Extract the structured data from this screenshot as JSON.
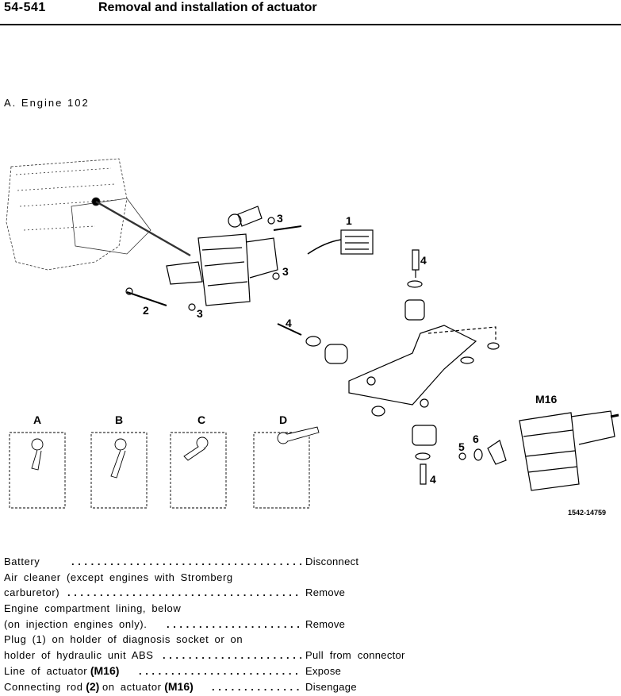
{
  "header": {
    "section_number": "54-541",
    "title": "Removal and installation of actuator"
  },
  "subheading": "A. Engine 102",
  "figure": {
    "callouts": [
      "1",
      "2",
      "3",
      "3",
      "3",
      "4",
      "4",
      "4",
      "5",
      "6"
    ],
    "actuator_label": "M16",
    "positions": [
      "A",
      "B",
      "C",
      "D"
    ],
    "figure_code": "1542-14759"
  },
  "steps": [
    {
      "lines": [
        "Battery"
      ],
      "action": "Disconnect"
    },
    {
      "lines": [
        "Air cleaner (except engines with Stromberg",
        "carburetor)"
      ],
      "action": "Remove"
    },
    {
      "lines": [
        "Engine compartment lining, below",
        "(on injection engines only)."
      ],
      "action": "Remove"
    },
    {
      "lines": [
        "Plug (1) on holder of diagnosis socket or on",
        "holder of hydraulic unit ABS"
      ],
      "action": "Pull from connector"
    },
    {
      "line_pre": "Line of actuator",
      "ref1": "(M16)",
      "action": "Expose"
    },
    {
      "line_pre": "Connecting rod",
      "ref1": "(2)",
      "line_mid": "on actuator",
      "ref2": "(M16)",
      "action": "Disengage"
    }
  ]
}
